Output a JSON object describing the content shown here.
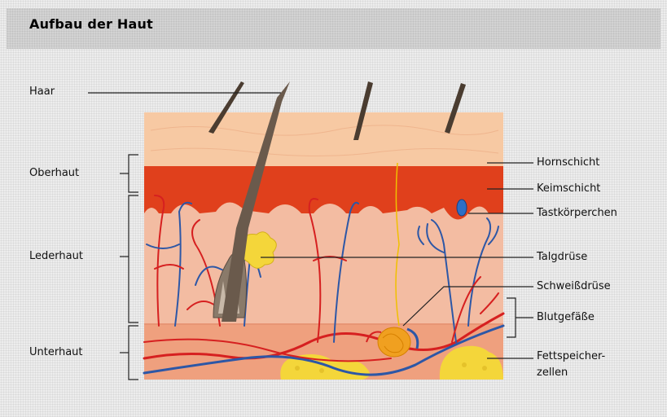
{
  "header": {
    "title": "Aufbau der Haut"
  },
  "labels_left": {
    "haar": "Haar",
    "oberhaut": "Oberhaut",
    "lederhaut": "Lederhaut",
    "unterhaut": "Unterhaut"
  },
  "labels_right": {
    "hornschicht": "Hornschicht",
    "keimschicht": "Keimschicht",
    "tastkoerperchen": "Tastkörperchen",
    "talgdruese": "Talgdrüse",
    "schweissdruese": "Schweißdrüse",
    "blutgefaesse": "Blutgefäße",
    "fettspeicher_1": "Fettspeicher-",
    "fettspeicher_2": "zellen"
  },
  "colors": {
    "hornschicht": "#f7c9a3",
    "keimschicht": "#e0401c",
    "lederhaut": "#f3bca2",
    "unterhaut": "#efa07e",
    "arteries": "#d62020",
    "veins": "#2d57a6",
    "fat": "#f4d63a",
    "hair": "#6a5a4c",
    "sweat_duct": "#f0c000"
  }
}
